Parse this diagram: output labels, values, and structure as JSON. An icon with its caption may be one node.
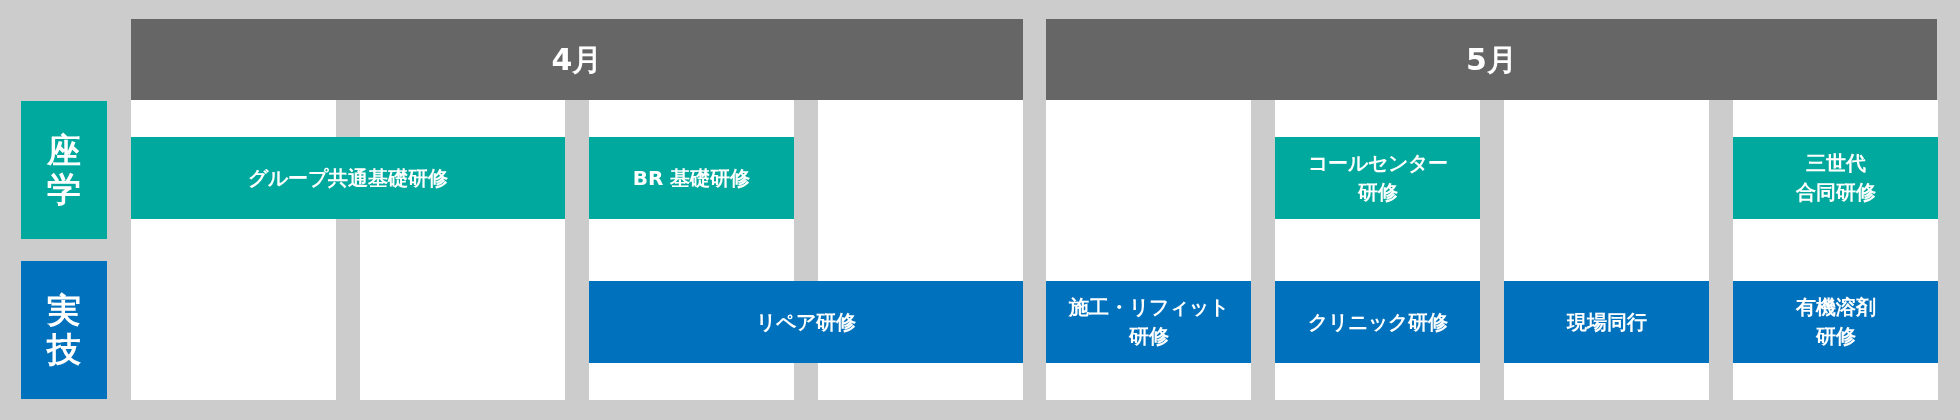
{
  "diagram": {
    "nodes": [
      {
        "text": [
          "4月"
        ]
      },
      {
        "text": [
          "5月"
        ]
      },
      {
        "text": [
          "座学"
        ]
      },
      {
        "text": [
          "実技"
        ]
      },
      {
        "text": [
          "グループ共通基礎研修"
        ]
      },
      {
        "text": [
          "BR 基礎研修"
        ]
      },
      {
        "text": [
          "コールセンター研修"
        ]
      },
      {
        "text": [
          "三世代合同研修"
        ]
      },
      {
        "text": [
          "リペア研修"
        ]
      },
      {
        "text": [
          "施工・リフィット研修"
        ]
      },
      {
        "text": [
          "クリニック研修"
        ]
      },
      {
        "text": [
          "現場同行"
        ]
      },
      {
        "text": [
          "有機溶剤研修"
        ]
      }
    ]
  }
}
